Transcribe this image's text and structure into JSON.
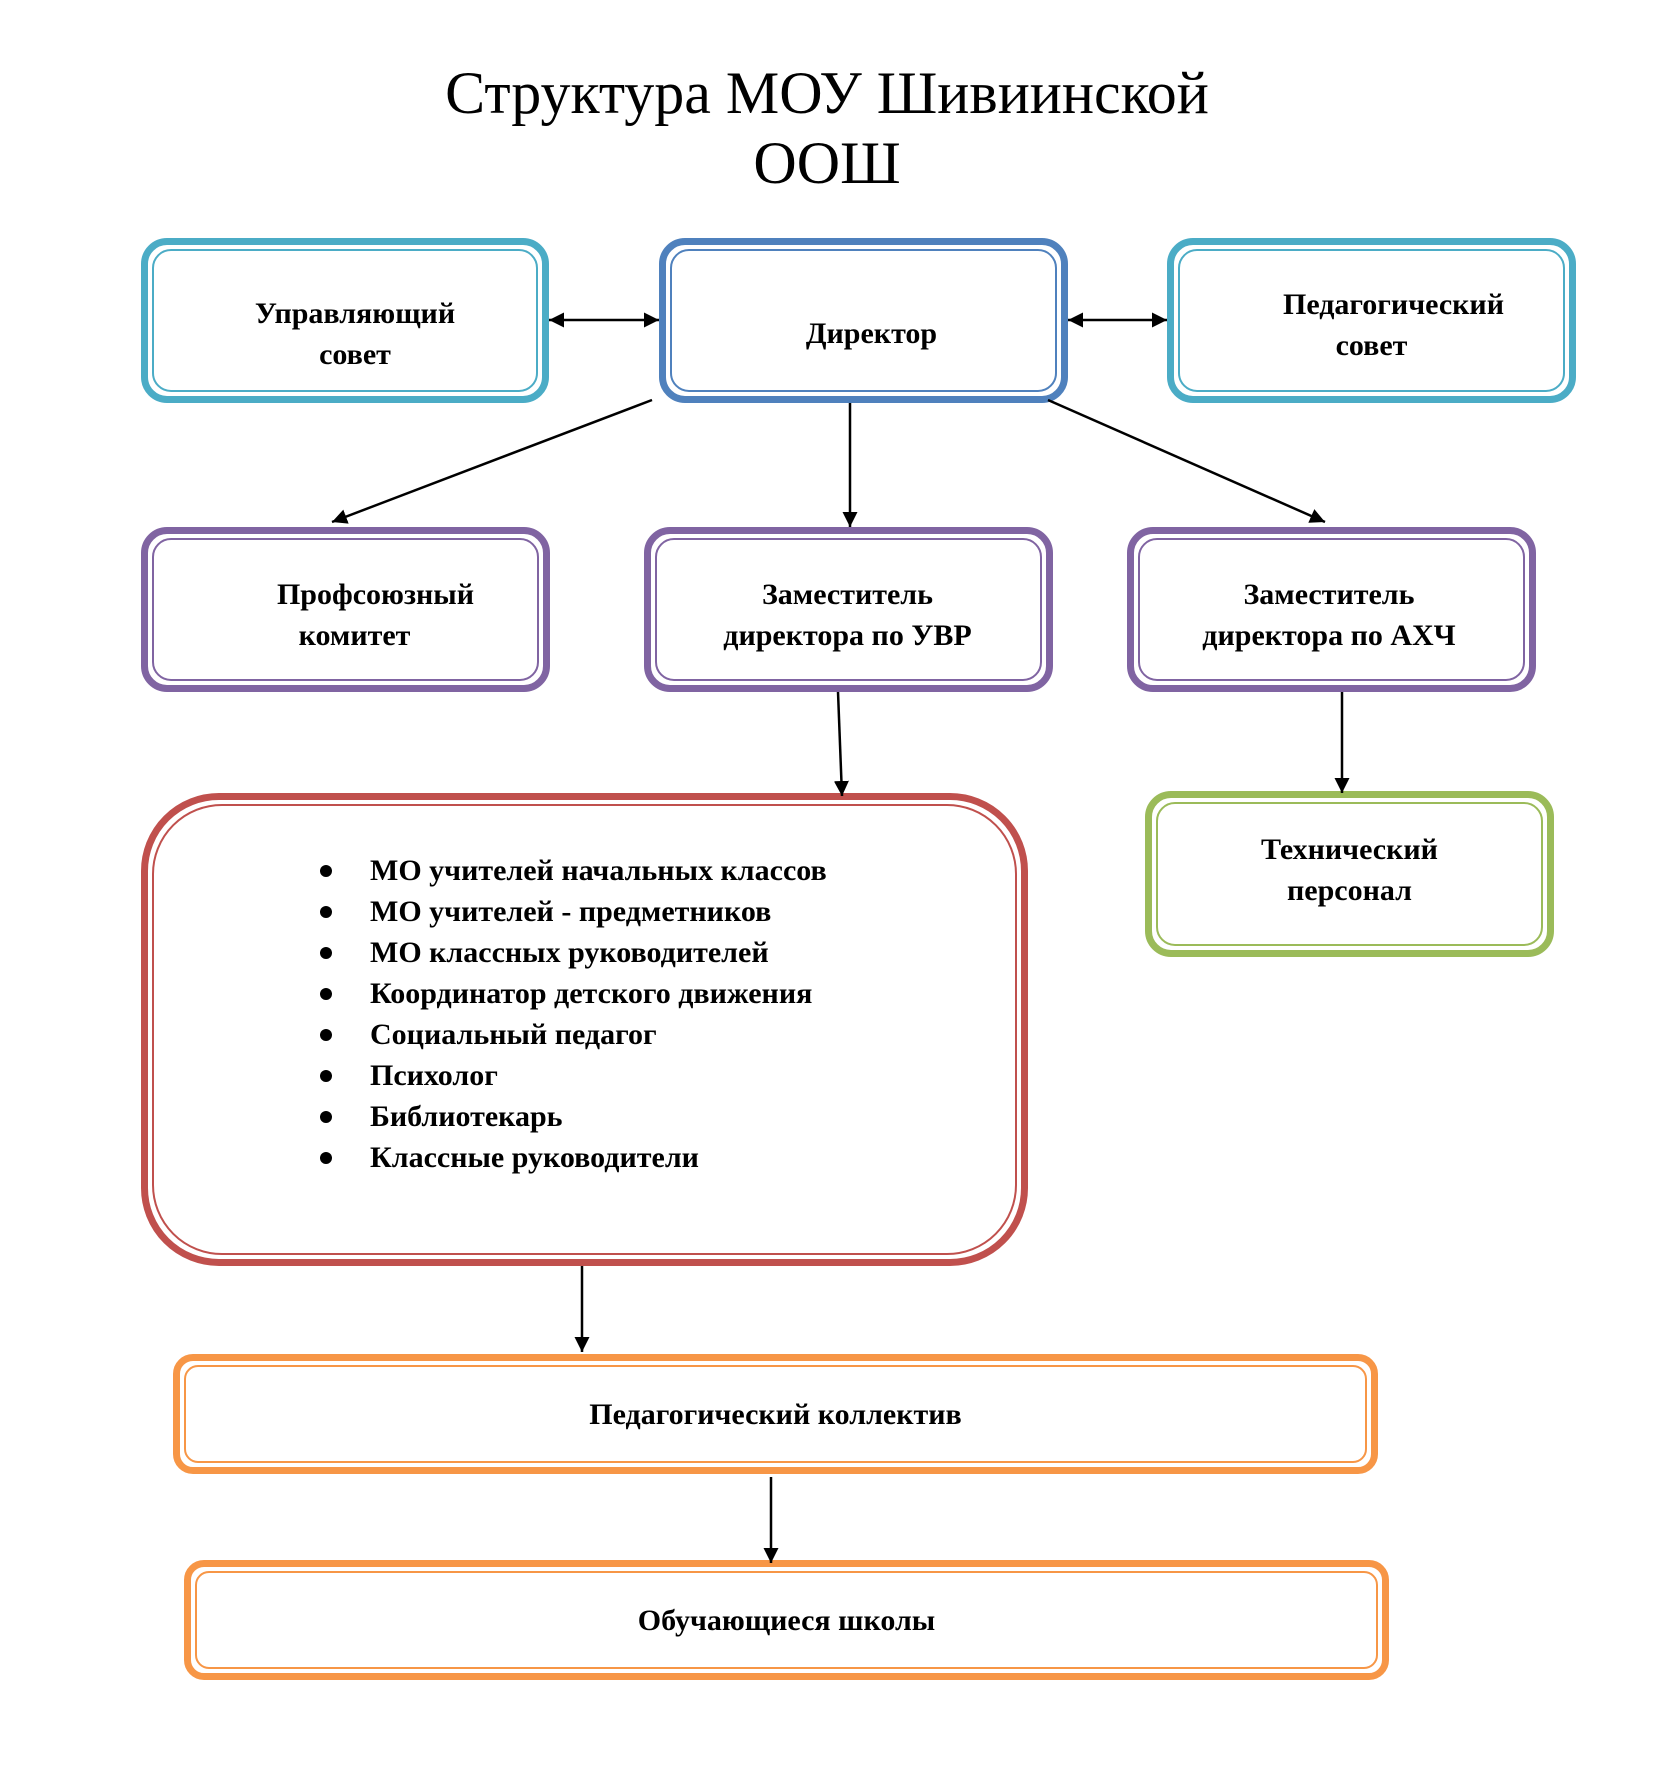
{
  "title": {
    "line1": "Структура МОУ Шивиинской",
    "line2": "ООШ"
  },
  "nodes": {
    "governing_council": {
      "line1": "Управляющий",
      "line2": "совет"
    },
    "director": {
      "label": "Директор"
    },
    "pedagogical_council": {
      "line1": "Педагогический",
      "line2": "совет"
    },
    "trade_union": {
      "line1": "Профсоюзный",
      "line2": "комитет"
    },
    "deputy_uvr": {
      "line1": "Заместитель",
      "line2": "директора по УВР"
    },
    "deputy_ahch": {
      "line1": "Заместитель",
      "line2": "директора по АХЧ"
    },
    "methodical_units": {
      "items": [
        "МО учителей начальных классов",
        "МО учителей - предметников",
        "МО классных руководителей",
        "Координатор детского движения",
        "Социальный педагог",
        "Психолог",
        "Библиотекарь",
        "Классные руководители"
      ]
    },
    "technical_staff": {
      "line1": "Технический",
      "line2": "персонал"
    },
    "teaching_staff": {
      "label": "Педагогический коллектив"
    },
    "students": {
      "label": "Обучающиеся школы"
    }
  },
  "colors": {
    "governing_council": "#4bacc6",
    "director": "#4f81bd",
    "pedagogical_council": "#4bacc6",
    "deputies_and_union": "#8064a2",
    "methodical_units": "#c0504d",
    "technical_staff": "#9bbb59",
    "teaching_staff_and_students": "#f79646"
  }
}
